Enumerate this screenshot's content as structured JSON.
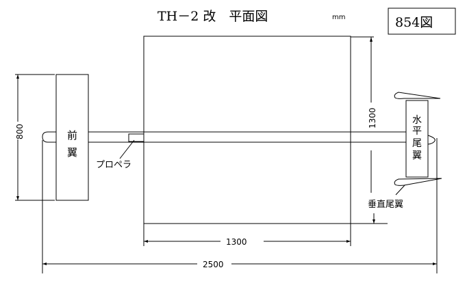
{
  "title": "TH－2 改　平面図",
  "unit": "mm",
  "figure_number": "854図",
  "labels": {
    "front_wing": [
      "前",
      "翼"
    ],
    "propeller": "プロペラ",
    "horizontal_tail": [
      "水",
      "平",
      "尾",
      "翼"
    ],
    "vertical_tail": "垂直尾翼"
  },
  "dimensions": {
    "front_wing_span": "800",
    "main_wing_span": "1300",
    "main_wing_chord": "1300",
    "overall_length": "2500"
  }
}
